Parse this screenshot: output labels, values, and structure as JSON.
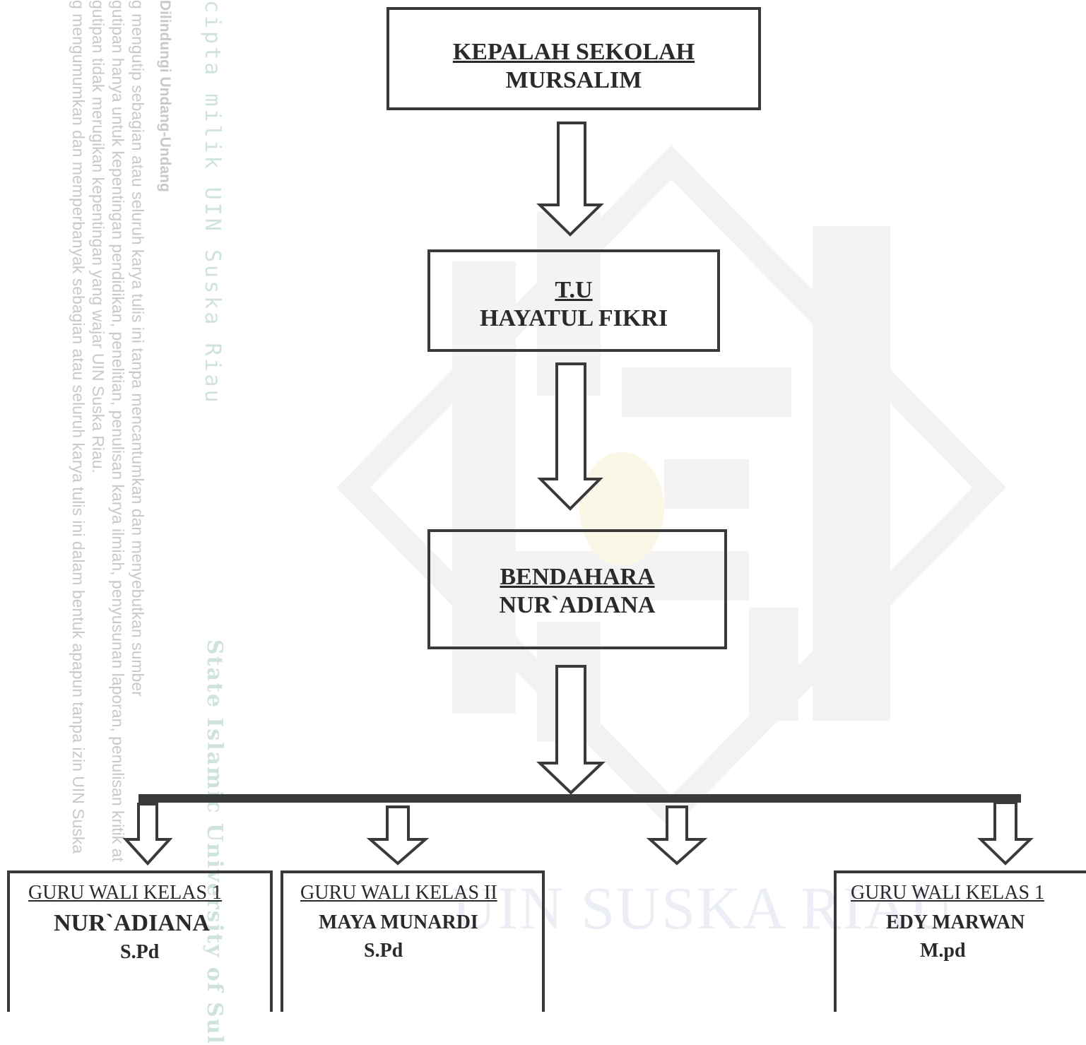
{
  "watermark": {
    "lines": [
      "g mengumumkan dan memperbanyak sebagian atau seluruh karya tulis ini dalam bentuk apapun tanpa izin UIN Suska",
      "gutipan tidak merugikan kepentingan yang wajar UIN Suska Riau.",
      "gutipan hanya untuk kepentingan pendidikan, penelitian, penulisan karya ilmiah, penyusunan laporan, penulisan kritik at",
      "g mengutip sebagian atau seluruh karya tulis ini tanpa mencantumkan dan menyebutkan sumber",
      "Dilindungi Undang-Undang"
    ],
    "copyright": "cipta milik UIN Suska Riau",
    "state": "State Islamic University of Sul",
    "center": "UIN SUSKA RIAU"
  },
  "org": {
    "head": {
      "title": "KEPALAH SEKOLAH",
      "name": "MURSALIM"
    },
    "tu": {
      "title": "T.U",
      "name": "HAYATUL FIKRI"
    },
    "bendahara": {
      "title": "BENDAHARA",
      "name": "NUR`ADIANA"
    },
    "teachers": [
      {
        "title": "GURU WALI KELAS 1",
        "name": "NUR`ADIANA",
        "degree": "S.Pd"
      },
      {
        "title": "GURU WALI KELAS II",
        "name": "MAYA MUNARDI",
        "degree": "S.Pd"
      },
      {
        "title": "GURU WALI KELAS 1",
        "name": "EDY MARWAN",
        "degree": "M.pd"
      }
    ]
  }
}
